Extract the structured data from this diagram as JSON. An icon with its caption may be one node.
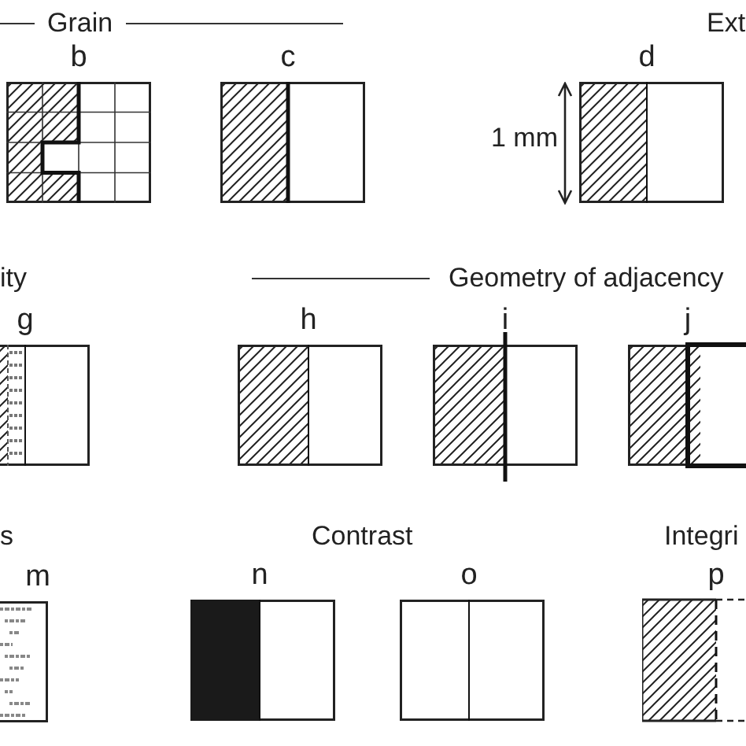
{
  "diagram": {
    "nodes": [
      {
        "text": [
          "b"
        ]
      },
      {
        "text": [
          "c"
        ]
      },
      {
        "text": [
          "d"
        ]
      },
      {
        "text": [
          "g"
        ]
      },
      {
        "text": [
          "h"
        ]
      },
      {
        "text": [
          "i"
        ]
      },
      {
        "text": [
          "j"
        ]
      },
      {
        "text": [
          "m"
        ]
      },
      {
        "text": [
          "n"
        ]
      },
      {
        "text": [
          "o"
        ]
      },
      {
        "text": [
          "p"
        ]
      }
    ],
    "labels": [
      "Grain",
      "Ext",
      "1 mm",
      "ity",
      "Geometry of adjacency",
      "s",
      "Contrast",
      "Integri"
    ]
  }
}
